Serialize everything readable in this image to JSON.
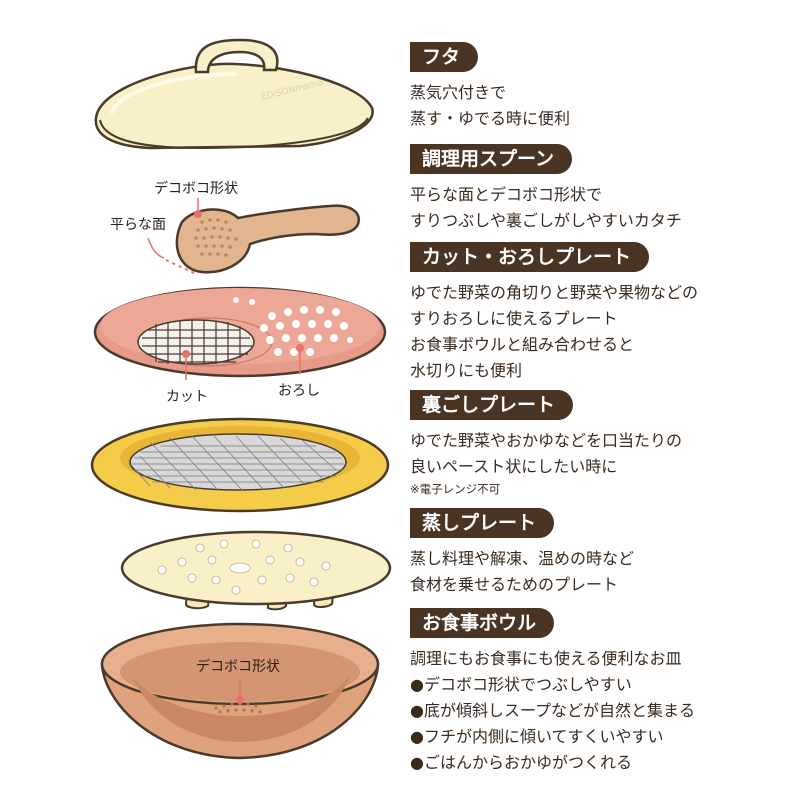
{
  "labels": {
    "spoon_bumpy": "デコボコ形状",
    "spoon_flat": "平らな面",
    "cut": "カット",
    "grate": "おろし",
    "bowl_bumpy": "デコボコ形状",
    "lid_logo": "EDISONmama"
  },
  "sections": [
    {
      "title": "フタ",
      "lines": [
        "蒸気穴付きで",
        "蒸す・ゆでる時に便利"
      ]
    },
    {
      "title": "調理用スプーン",
      "lines": [
        "平らな面とデコボコ形状で",
        "すりつぶしや裏ごしがしやすいカタチ"
      ]
    },
    {
      "title": "カット・おろしプレート",
      "lines": [
        "ゆでた野菜の角切りと野菜や果物などの",
        "すりおろしに使えるプレート",
        "お食事ボウルと組み合わせると",
        "水切りにも便利"
      ]
    },
    {
      "title": "裏ごしプレート",
      "lines": [
        "ゆでた野菜やおかゆなどを口当たりの",
        "良いペースト状にしたい時に"
      ],
      "note": "※電子レンジ不可"
    },
    {
      "title": "蒸しプレート",
      "lines": [
        "蒸し料理や解凍、温めの時など",
        "食材を乗せるためのプレート"
      ]
    },
    {
      "title": "お食事ボウル",
      "lines": [
        "調理にもお食事にも使える便利なお皿",
        "●デコボコ形状でつぶしやすい",
        "●底が傾斜しスープなどが自然と集まる",
        "●フチが内側に傾いてすくいやすい",
        "●ごはんからおかゆがつくれる"
      ]
    }
  ],
  "colors": {
    "outline": "#4a3a2c",
    "lid": "#f9efc8",
    "spoon": "#e2b58e",
    "cut_plate": "#e89a8a",
    "sieve_plate": "#f4cc4a",
    "steam_plate": "#faf0c8",
    "bowl": "#dea27c",
    "header_bg": "#4a3424"
  }
}
